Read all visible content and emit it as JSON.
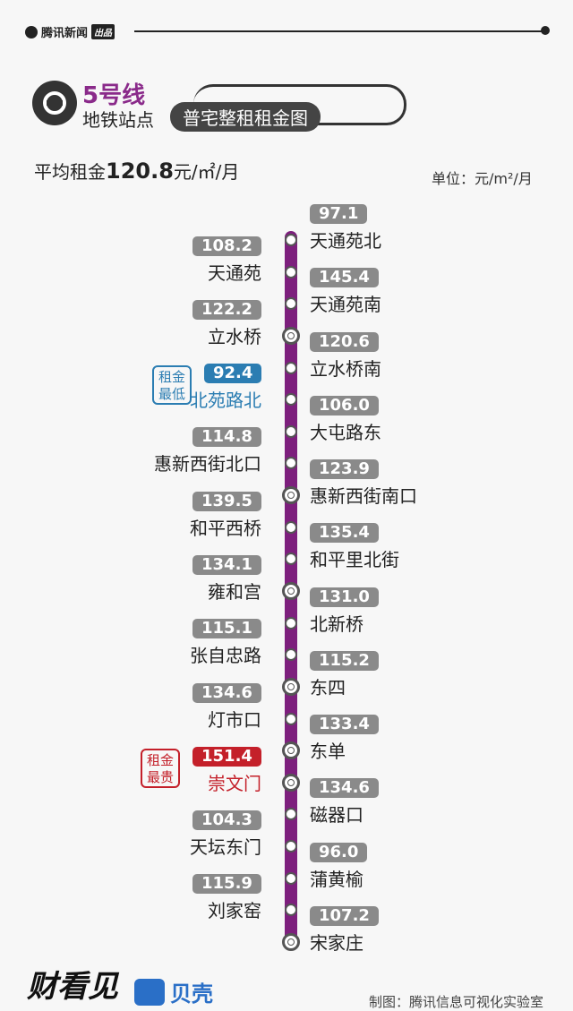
{
  "brand": {
    "name": "腾讯新闻",
    "tag": "出品"
  },
  "header": {
    "line": "5号线",
    "subtitle": "地铁站点",
    "pill": "普宅整租租金图"
  },
  "avg": {
    "label": "平均租金",
    "value": "120.8",
    "unit": "元/㎡/月"
  },
  "unit_note": "单位：元/m²/月",
  "badges": {
    "low": "租金最低",
    "high": "租金最贵"
  },
  "chart_data": {
    "type": "table",
    "stations": [
      {
        "name": "天通苑北",
        "rent": "97.1",
        "side": "right",
        "transfer": false,
        "level": "normal"
      },
      {
        "name": "天通苑",
        "rent": "108.2",
        "side": "left",
        "transfer": false,
        "level": "normal"
      },
      {
        "name": "天通苑南",
        "rent": "145.4",
        "side": "right",
        "transfer": false,
        "level": "normal"
      },
      {
        "name": "立水桥",
        "rent": "122.2",
        "side": "left",
        "transfer": true,
        "level": "normal"
      },
      {
        "name": "立水桥南",
        "rent": "120.6",
        "side": "right",
        "transfer": false,
        "level": "normal"
      },
      {
        "name": "北苑路北",
        "rent": "92.4",
        "side": "left",
        "transfer": false,
        "level": "low"
      },
      {
        "name": "大屯路东",
        "rent": "106.0",
        "side": "right",
        "transfer": false,
        "level": "normal"
      },
      {
        "name": "惠新西街北口",
        "rent": "114.8",
        "side": "left",
        "transfer": false,
        "level": "normal"
      },
      {
        "name": "惠新西街南口",
        "rent": "123.9",
        "side": "right",
        "transfer": true,
        "level": "normal"
      },
      {
        "name": "和平西桥",
        "rent": "139.5",
        "side": "left",
        "transfer": false,
        "level": "normal"
      },
      {
        "name": "和平里北街",
        "rent": "135.4",
        "side": "right",
        "transfer": false,
        "level": "normal"
      },
      {
        "name": "雍和宫",
        "rent": "134.1",
        "side": "left",
        "transfer": true,
        "level": "normal"
      },
      {
        "name": "北新桥",
        "rent": "131.0",
        "side": "right",
        "transfer": false,
        "level": "normal"
      },
      {
        "name": "张自忠路",
        "rent": "115.1",
        "side": "left",
        "transfer": false,
        "level": "normal"
      },
      {
        "name": "东四",
        "rent": "115.2",
        "side": "right",
        "transfer": true,
        "level": "normal"
      },
      {
        "name": "灯市口",
        "rent": "134.6",
        "side": "left",
        "transfer": false,
        "level": "normal"
      },
      {
        "name": "东单",
        "rent": "133.4",
        "side": "right",
        "transfer": true,
        "level": "normal"
      },
      {
        "name": "崇文门",
        "rent": "151.4",
        "side": "left",
        "transfer": true,
        "level": "high"
      },
      {
        "name": "磁器口",
        "rent": "134.6",
        "side": "right",
        "transfer": false,
        "level": "normal"
      },
      {
        "name": "天坛东门",
        "rent": "104.3",
        "side": "left",
        "transfer": false,
        "level": "normal"
      },
      {
        "name": "蒲黄榆",
        "rent": "96.0",
        "side": "right",
        "transfer": false,
        "level": "normal"
      },
      {
        "name": "刘家窑",
        "rent": "115.9",
        "side": "left",
        "transfer": false,
        "level": "normal"
      },
      {
        "name": "宋家庄",
        "rent": "107.2",
        "side": "right",
        "transfer": true,
        "level": "normal"
      }
    ]
  },
  "footer": {
    "logo1": "财看见",
    "logo2": "贝壳",
    "credit": "制图：腾讯信息可视化实验室"
  },
  "colors": {
    "line": "#7d1f7d",
    "low": "#2b7db2",
    "high": "#c4202a",
    "price_bg": "#8a8a8a"
  }
}
